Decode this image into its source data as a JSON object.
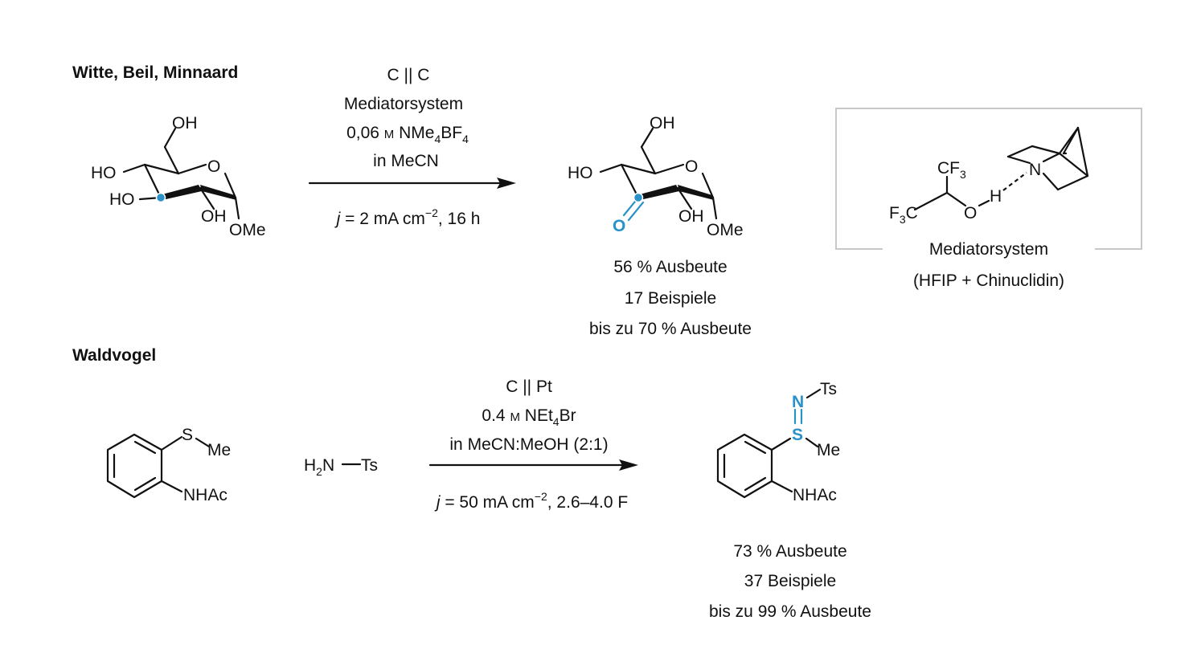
{
  "top": {
    "authors": "Witte, Beil, Minnaard",
    "sm": {
      "oh6": "OH",
      "ho4": "HO",
      "ho3": "HO",
      "oh2": "OH",
      "ome": "OMe",
      "ring_o": "O"
    },
    "conditions": [
      "C || C",
      "Mediatorsystem",
      "in MeCN"
    ],
    "conc_prefix": "0,06 ",
    "conc_unit": "M",
    "conc_salt": " NMe",
    "conc_sub1": "4",
    "conc_salt2": "BF",
    "conc_sub2": "4",
    "current_j": "j",
    "current_rest": " = 2 mA cm",
    "current_exp": "−2",
    "current_tail": ", 16 h",
    "product": {
      "oh6": "OH",
      "ho4": "HO",
      "oh2": "OH",
      "ome": "OMe",
      "ring_o": "O",
      "keto_o": "O"
    },
    "results": [
      "56 % Ausbeute",
      "17 Beispiele",
      "bis zu 70 % Ausbeute"
    ],
    "mediator": {
      "cf3_top": "CF",
      "cf3_top_sub": "3",
      "f3c_f": "F",
      "f3c_sub": "3",
      "f3c_c": "C",
      "o": "O",
      "h": "H",
      "n": "N",
      "caption": [
        "Mediatorsystem",
        "(HFIP + Chinuclidin)"
      ]
    }
  },
  "bottom": {
    "author": "Waldvogel",
    "sm": {
      "s": "S",
      "me": "Me",
      "nhac": "NHAc"
    },
    "reagent": {
      "h": "H",
      "sub": "2",
      "n": "N",
      "ts": "Ts"
    },
    "conditions": [
      "C || Pt",
      "in MeCN:MeOH (2:1)"
    ],
    "conc_prefix": "0.4 ",
    "conc_unit": "M",
    "conc_salt": " NEt",
    "conc_sub": "4",
    "conc_salt2": "Br",
    "current_j": "j",
    "current_rest": " = 50 mA cm",
    "current_exp": "−2",
    "current_tail": ", 2.6–4.0 F",
    "product": {
      "n": "N",
      "ts": "Ts",
      "s": "S",
      "me": "Me",
      "nhac": "NHAc"
    },
    "results": [
      "73 % Ausbeute",
      "37 Beispiele",
      "bis zu 99 % Ausbeute"
    ]
  },
  "colors": {
    "highlight": "#2a92c9",
    "ink": "#111111",
    "frame": "#c8c8c8"
  }
}
